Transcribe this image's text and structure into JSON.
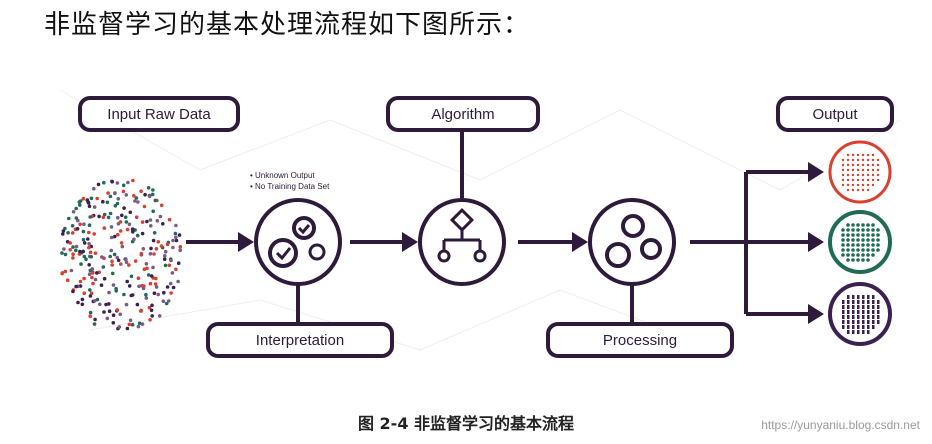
{
  "heading": "非监督学习的基本处理流程如下图所示：",
  "boxes": {
    "input": "Input Raw Data",
    "algorithm": "Algorithm",
    "output": "Output",
    "interpretation": "Interpretation",
    "processing": "Processing"
  },
  "notes": [
    "Unknown Output",
    "No Training Data Set"
  ],
  "caption": "图 2-4 非监督学习的基本流程",
  "watermark": "https://yunyaniu.blog.csdn.net",
  "colors": {
    "dark": "#2e1a3a",
    "red": "#d9402f",
    "green": "#1f6b55",
    "purple": "#3a2150"
  }
}
